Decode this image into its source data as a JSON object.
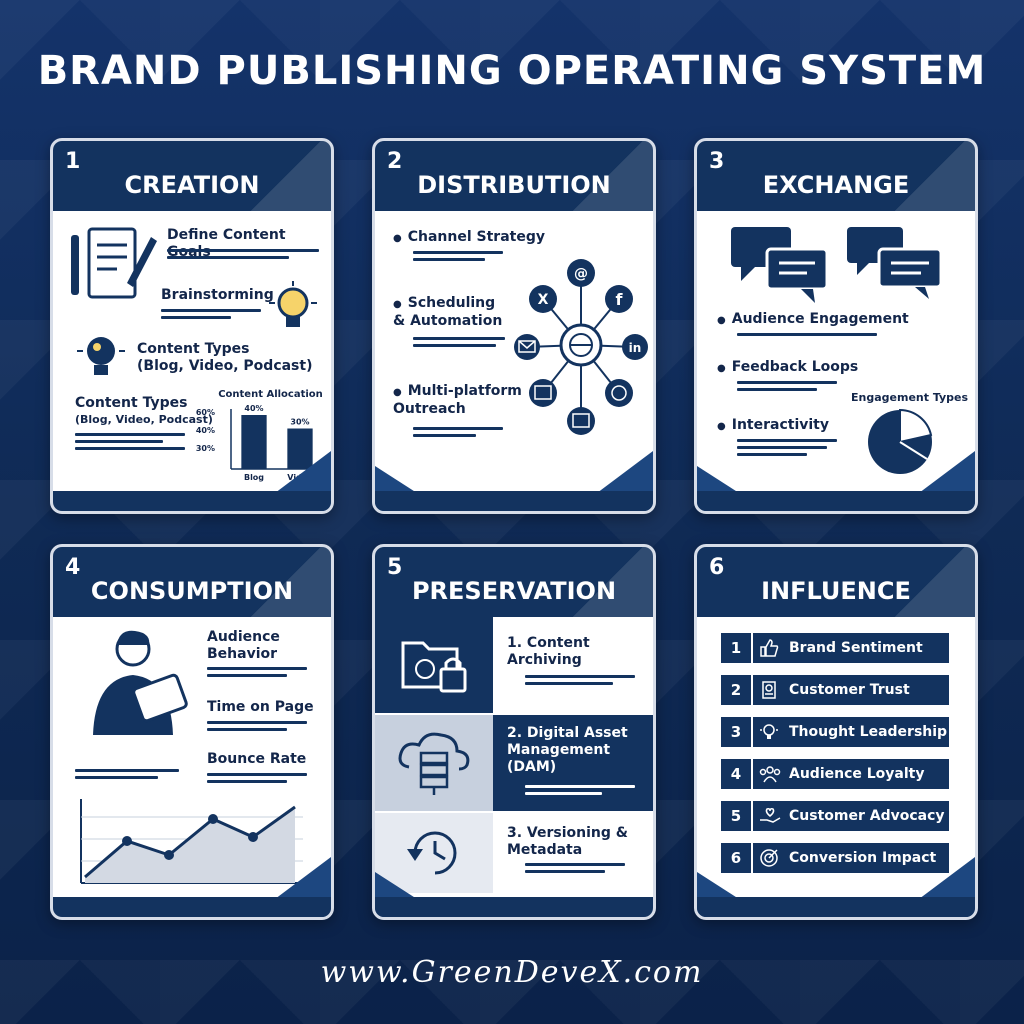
{
  "title": "BRAND PUBLISHING OPERATING SYSTEM",
  "footer_url": "www.GreenDeveX.com",
  "colors": {
    "navy": "#13335f",
    "background": "#0f2a55",
    "card": "#ffffff",
    "band": "#c7d0de"
  },
  "creation": {
    "number": "1",
    "heading": "CREATION",
    "items": [
      "Define Content Goals",
      "Brainstorming",
      "Content Types\n(Blog, Video, Podcast)",
      "Content Types",
      "(Blog, Video, Podcast)"
    ],
    "icons": [
      "notepad-pen-icon",
      "lightbulb-icon",
      "lightbulb-icon"
    ]
  },
  "chart_data": {
    "type": "bar",
    "title": "Content Allocation",
    "categories": [
      "Blog",
      "Video"
    ],
    "values": [
      40,
      30
    ],
    "data_labels": [
      "40%",
      "30%"
    ],
    "y_ticks": [
      "60%",
      "40%",
      "30%"
    ],
    "ylim": [
      0,
      60
    ]
  },
  "distribution": {
    "number": "2",
    "heading": "DISTRIBUTION",
    "items": [
      "Channel Strategy",
      "Scheduling\n& Automation",
      "Multi-platform\nOutreach"
    ],
    "icons": [
      "globe-hub-icon",
      "threads-icon",
      "x-icon",
      "facebook-icon",
      "linkedin-icon",
      "email-icon",
      "newsletter-icon",
      "dribbble-icon",
      "browser-icon"
    ]
  },
  "exchange": {
    "number": "3",
    "heading": "EXCHANGE",
    "items": [
      "Audience Engagement",
      "Feedback Loops",
      "Interactivity"
    ],
    "pie_title": "Engagement Types",
    "icons": [
      "chat-bubbles-icon",
      "pie-chart-icon"
    ]
  },
  "consumption": {
    "number": "4",
    "heading": "CONSUMPTION",
    "items": [
      "Audience\nBehavior",
      "Time on Page",
      "Bounce Rate"
    ],
    "icons": [
      "person-tablet-icon",
      "line-chart-icon"
    ]
  },
  "preservation": {
    "number": "5",
    "heading": "PRESERVATION",
    "items": [
      "1. Content\nArchiving",
      "2. Digital Asset\nManagement\n(DAM)",
      "3. Versioning &\nMetadata"
    ],
    "icons": [
      "folder-lock-icon",
      "cloud-server-icon",
      "history-clock-icon"
    ]
  },
  "influence": {
    "number": "6",
    "heading": "INFLUENCE",
    "rows": [
      {
        "n": "1",
        "label": "Brand Sentiment",
        "icon": "thumbs-up-icon"
      },
      {
        "n": "2",
        "label": "Customer Trust",
        "icon": "badge-icon"
      },
      {
        "n": "3",
        "label": "Thought Leadership",
        "icon": "idea-icon"
      },
      {
        "n": "4",
        "label": "Audience Loyalty",
        "icon": "group-icon"
      },
      {
        "n": "5",
        "label": "Customer Advocacy",
        "icon": "heart-hand-icon"
      },
      {
        "n": "6",
        "label": "Conversion Impact",
        "icon": "target-icon"
      }
    ]
  }
}
